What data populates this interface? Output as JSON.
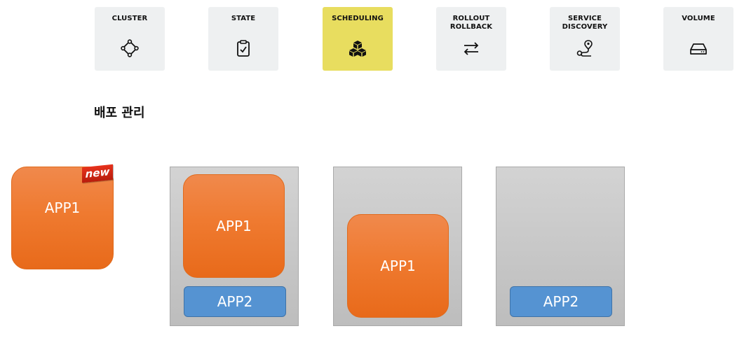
{
  "tiles": [
    {
      "label": "CLUSTER",
      "icon": "cluster-icon"
    },
    {
      "label": "STATE",
      "icon": "clipboard-check-icon"
    },
    {
      "label": "SCHEDULING",
      "icon": "boxes-icon",
      "active": true
    },
    {
      "label": "ROLLOUT\nROLLBACK",
      "icon": "arrows-swap-icon"
    },
    {
      "label": "SERVICE\nDISCOVERY",
      "icon": "route-pin-icon"
    },
    {
      "label": "VOLUME",
      "icon": "storage-drive-icon"
    }
  ],
  "section_title": "배포 관리",
  "new_app": {
    "label": "APP1",
    "badge": "new"
  },
  "nodes": [
    {
      "app1": "APP1",
      "app2": "APP2"
    },
    {
      "app1": "APP1"
    },
    {
      "app2": "APP2"
    }
  ],
  "colors": {
    "tile_bg": "#eef0f1",
    "tile_active": "#e8dd5f",
    "app1": "#ef7a30",
    "app2": "#5593d2",
    "node": "#c8c8c8",
    "badge": "#d0281a"
  }
}
